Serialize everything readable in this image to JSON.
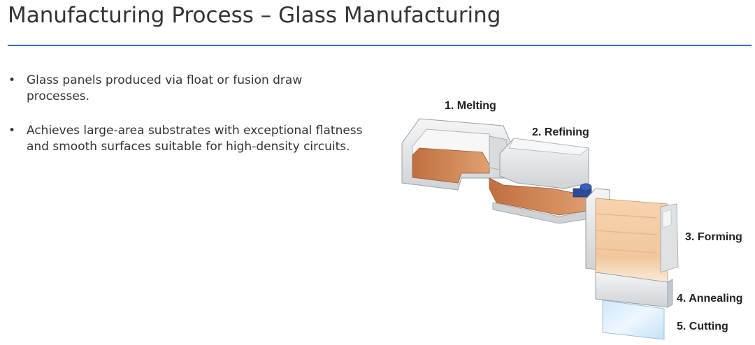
{
  "slide": {
    "title": "Manufacturing Process – Glass Manufacturing",
    "accent_color": "#2e74b5"
  },
  "bullets": [
    "Glass panels produced via float or fusion draw processes.",
    "Achieves large-area substrates with exceptional flatness and smooth surfaces suitable for high-density circuits."
  ],
  "diagram": {
    "steps": [
      {
        "label": "1. Melting"
      },
      {
        "label": "2. Refining"
      },
      {
        "label": "3. Forming"
      },
      {
        "label": "4. Annealing"
      },
      {
        "label": "5. Cutting"
      }
    ],
    "colors": {
      "glass_melt": "#d2875a",
      "furnace_wall": "#e6e8ea",
      "stirrer": "#2b4c9a",
      "forming": "#f3c9a0",
      "cutting": "#dcefff"
    }
  }
}
